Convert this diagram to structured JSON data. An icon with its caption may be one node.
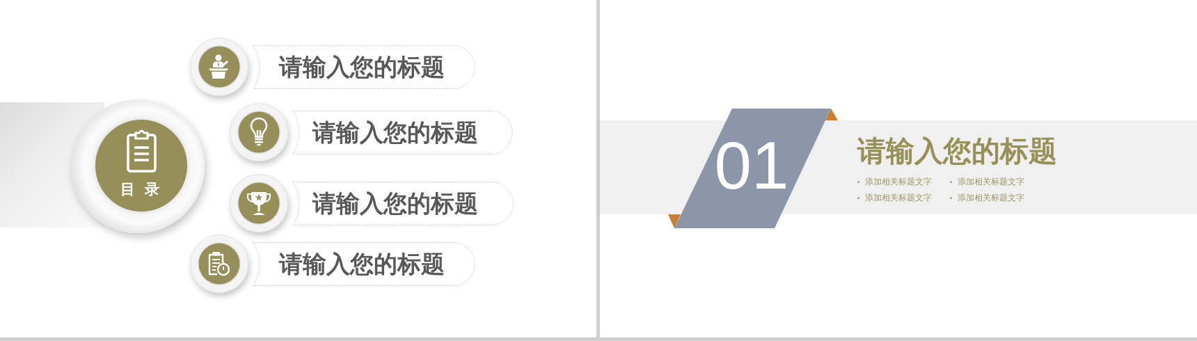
{
  "diagram": {
    "nodes": [
      {
        "text": [
          "目录"
        ]
      },
      {
        "text": [
          "请输入您的标题"
        ]
      },
      {
        "text": [
          "请输入您的标题"
        ]
      },
      {
        "text": [
          "请输入您的标题"
        ]
      },
      {
        "text": [
          "请输入您的标题"
        ]
      },
      {
        "text": [
          "01"
        ]
      },
      {
        "text": [
          "请输入您的标题",
          "添加相关标题文字",
          "添加相关标题文字",
          "添加相关标题文字",
          "添加相关标题文字"
        ]
      }
    ]
  }
}
